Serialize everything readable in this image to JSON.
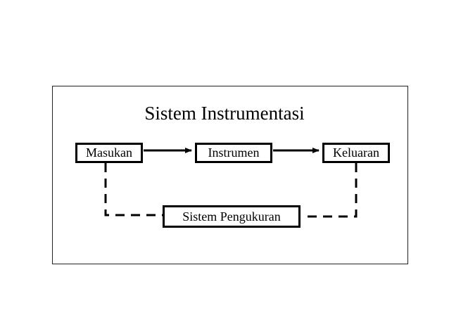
{
  "diagram": {
    "title": "Sistem Instrumentasi",
    "nodes": {
      "input": "Masukan",
      "instrument": "Instrumen",
      "output": "Keluaran",
      "measurement": "Sistem Pengukuran"
    },
    "edges": [
      {
        "from": "input",
        "to": "instrument",
        "style": "solid-arrow"
      },
      {
        "from": "instrument",
        "to": "output",
        "style": "solid-arrow"
      },
      {
        "from": "input",
        "to": "measurement",
        "style": "dashed"
      },
      {
        "from": "output",
        "to": "measurement",
        "style": "dashed"
      }
    ],
    "colors": {
      "line": "#000000",
      "frame": "#222222",
      "background": "#ffffff"
    }
  }
}
